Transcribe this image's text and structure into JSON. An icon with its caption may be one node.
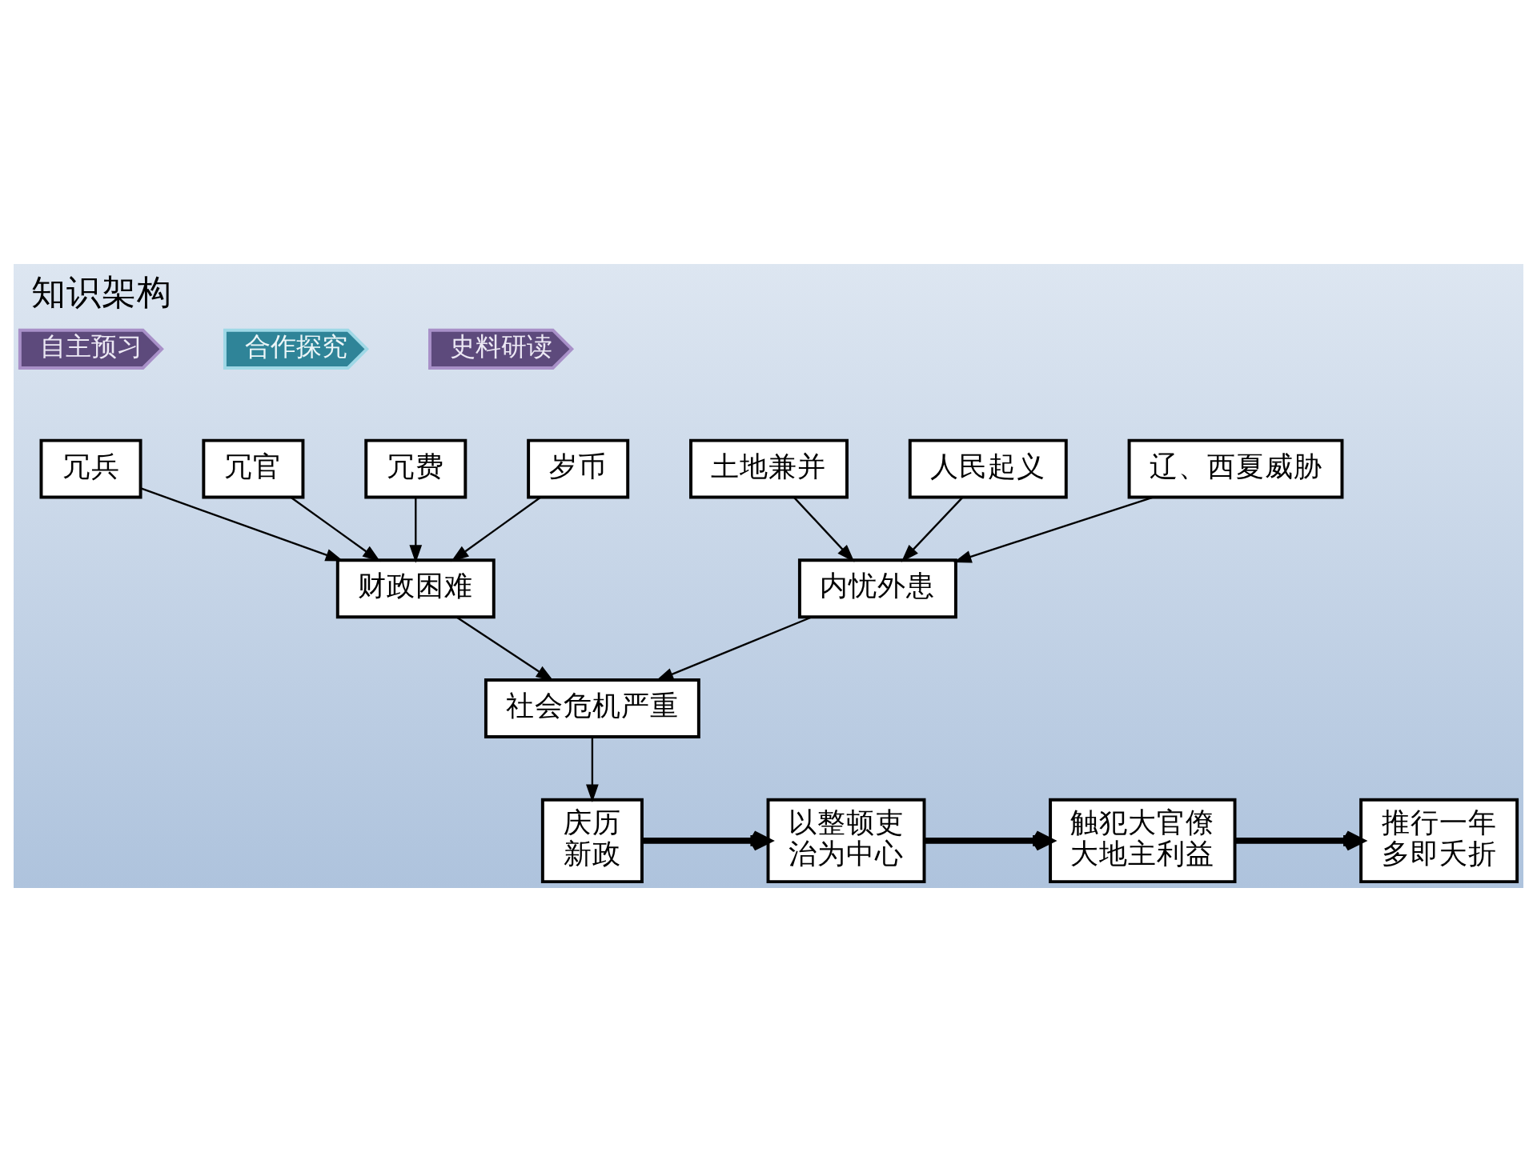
{
  "diagram": {
    "title": "知识架构",
    "nodes": [
      {
        "text": [
          "自主预习"
        ]
      },
      {
        "text": [
          "合作探究"
        ]
      },
      {
        "text": [
          "史料研读"
        ]
      },
      {
        "text": [
          "冗兵"
        ]
      },
      {
        "text": [
          "冗官"
        ]
      },
      {
        "text": [
          "冗费"
        ]
      },
      {
        "text": [
          "岁币"
        ]
      },
      {
        "text": [
          "财政困难"
        ]
      },
      {
        "text": [
          "内忧外患"
        ]
      },
      {
        "text": [
          "土地兼并"
        ]
      },
      {
        "text": [
          "人民起义"
        ]
      },
      {
        "text": [
          "辽、西夏威胁"
        ]
      },
      {
        "text": [
          "社会危机严重"
        ]
      },
      {
        "text": [
          "庆历新政"
        ]
      },
      {
        "text": [
          "以整顿吏治为中心"
        ]
      },
      {
        "text": [
          "触犯大官僚大地主利益"
        ]
      },
      {
        "text": [
          "推行一年多即夭折"
        ]
      }
    ],
    "edges": [
      {
        "from": 3,
        "to": 7,
        "arrow": "to"
      },
      {
        "from": 4,
        "to": 7,
        "arrow": "to"
      },
      {
        "from": 5,
        "to": 7,
        "arrow": "to"
      },
      {
        "from": 6,
        "to": 7,
        "arrow": "to"
      },
      {
        "from": 9,
        "to": 8,
        "arrow": "to"
      },
      {
        "from": 10,
        "to": 8,
        "arrow": "to"
      },
      {
        "from": 11,
        "to": 8,
        "arrow": "to"
      },
      {
        "from": 7,
        "to": 12,
        "arrow": "to"
      },
      {
        "from": 8,
        "to": 12,
        "arrow": "to"
      },
      {
        "from": 12,
        "to": 13,
        "arrow": "to"
      },
      {
        "from": 13,
        "to": 14,
        "arrow": "to",
        "style": "thick"
      },
      {
        "from": 14,
        "to": 15,
        "arrow": "to",
        "style": "thick"
      },
      {
        "from": 15,
        "to": 16,
        "arrow": "to",
        "style": "thick"
      }
    ]
  }
}
